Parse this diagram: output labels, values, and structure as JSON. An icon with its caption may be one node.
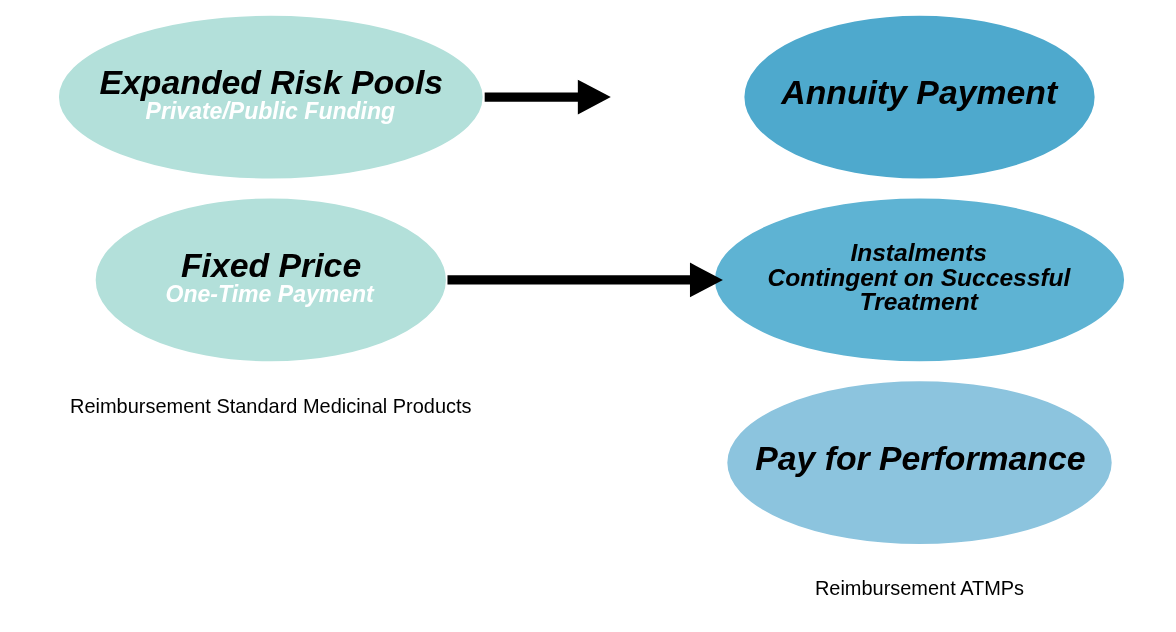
{
  "diagram": {
    "nodes": [
      {
        "text": [
          "Expanded Risk Pools",
          "Private/Public Funding"
        ]
      },
      {
        "text": [
          "Fixed Price",
          "One-Time Payment"
        ]
      },
      {
        "text": [
          "Annuity Payment"
        ]
      },
      {
        "text": [
          "Instalments Contingent on Successful Treatment"
        ]
      },
      {
        "text": [
          "Pay for Performance"
        ]
      }
    ],
    "edges": [
      {
        "from": 1,
        "to": 3,
        "arrow": "to"
      },
      {
        "from": 0,
        "to": null,
        "arrow": "to"
      }
    ],
    "labels": [
      "Reimbursement Standard Medicinal Products",
      "Reimbursement ATMPs"
    ]
  }
}
